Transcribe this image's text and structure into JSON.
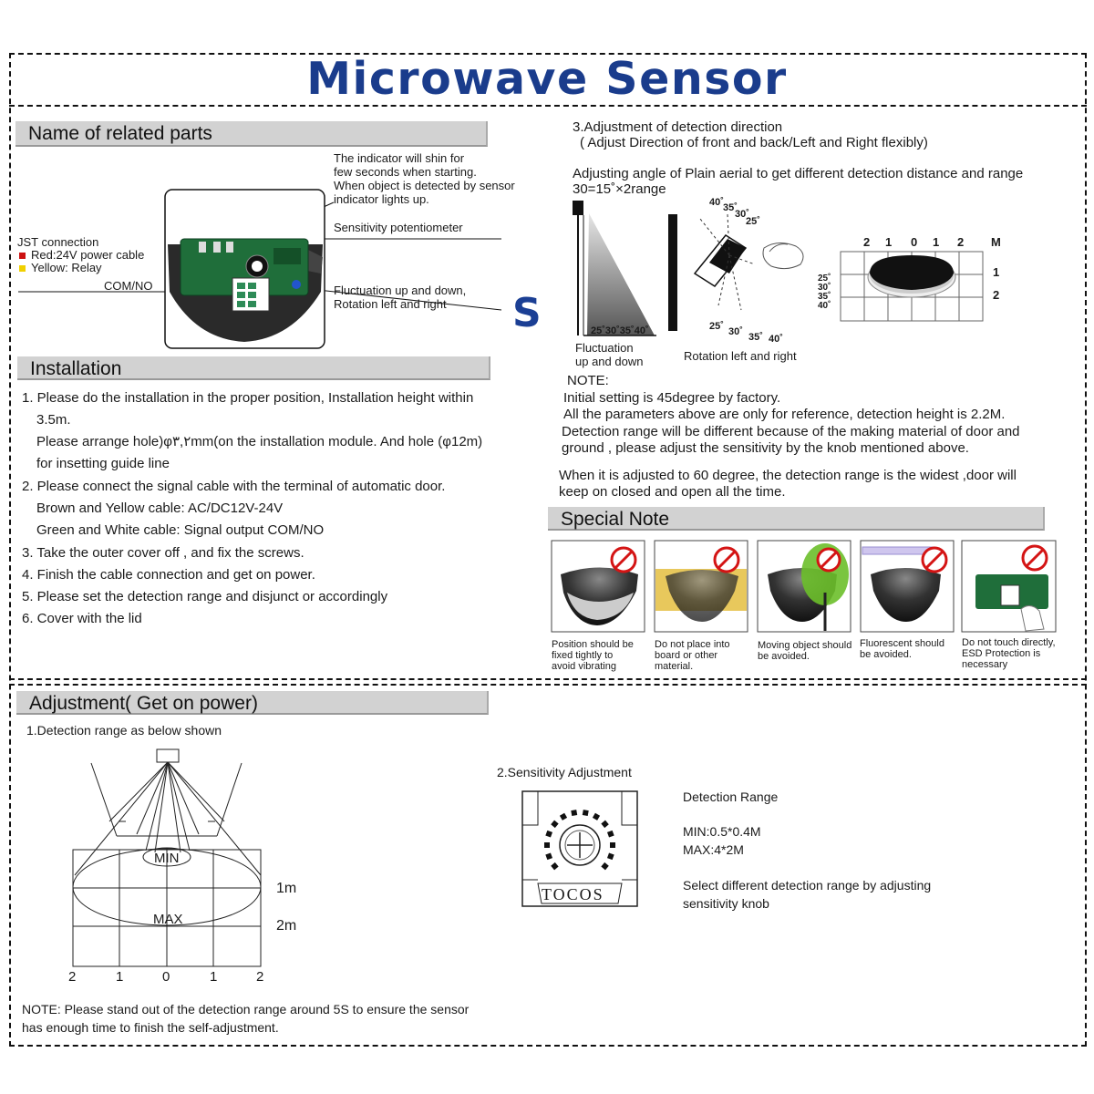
{
  "title": "Microwave Sensor",
  "parts": {
    "header": "Name of related parts",
    "indicator_note": [
      "The indicator will shin for",
      "few seconds when starting.",
      "When object is detected by sensor",
      "indicator lights up."
    ],
    "sensitivity_label": "Sensitivity potentiometer",
    "fluctuation_label": [
      "Fluctuation up and down,",
      "Rotation left and right"
    ],
    "jst_label": "JST connection",
    "red_label": "Red:24V power cable",
    "yellow_label": "Yellow: Relay",
    "com_label": "COM/NO",
    "big_s": "S",
    "red_color": "#cc1111",
    "yellow_color": "#f0d000"
  },
  "direction": {
    "heading": "3.Adjustment of detection direction",
    "sub": "( Adjust  Direction of front and back/Left and Right flexibly)",
    "angle_text": "Adjusting angle of Plain aerial to get different detection distance and  range",
    "formula": "30=15˚×2range",
    "fan_angles": "25˚30˚35˚40˚",
    "fan_caption": [
      "Fluctuation",
      "up and down"
    ],
    "rot_top": [
      "40˚",
      "35˚",
      "30˚",
      "25˚"
    ],
    "rot_bottom": [
      "25˚",
      "30˚",
      "35˚",
      "40˚"
    ],
    "rot_caption": "Rotation left and right",
    "grid_top": [
      "2",
      "1",
      "0",
      "1",
      "2",
      "M"
    ],
    "grid_left": [
      "25˚",
      "30˚",
      "35˚",
      "40˚"
    ],
    "grid_right": [
      "1",
      "2"
    ]
  },
  "note": {
    "label": "NOTE:",
    "lines": [
      "Initial setting is 45degree by factory.",
      "All the parameters above are only for reference, detection height is 2.2M.",
      "Detection range will be different  because of the making material of door and",
      "ground , please adjust the sensitivity by the knob mentioned above."
    ],
    "extra": [
      "When it is adjusted to 60 degree, the detection range is the  widest ,door will",
      "keep on closed and open all the time."
    ]
  },
  "installation": {
    "header": "Installation",
    "lines": [
      "1. Please do the installation in the proper position, Installation height within",
      "3.5m.",
      "Please arrange hole)φ٣,٢mm(on the installation module. And hole (φ12m)",
      "for insetting guide line",
      "2. Please connect the signal cable with the terminal of automatic door.",
      "Brown and Yellow cable: AC/DC12V-24V",
      "Green and White cable: Signal output COM/NO",
      "3. Take the outer cover off , and fix the screws.",
      "4. Finish the cable connection and get on power.",
      "5. Please set the detection range and disjunct or accordingly",
      "6. Cover with the lid"
    ]
  },
  "special": {
    "header": "Special Note",
    "items": [
      [
        "Position should be",
        "fixed tightly to",
        "avoid vibrating"
      ],
      [
        "Do not place  into",
        "board or other",
        "material."
      ],
      [
        "Moving object should",
        "be avoided."
      ],
      [
        "Fluorescent should",
        "be avoided."
      ],
      [
        "Do not touch directly,",
        "ESD Protection is",
        "necessary"
      ]
    ],
    "prohibit_color": "#d41414"
  },
  "adjustment": {
    "header": "Adjustment( Get on power)",
    "range_heading": "1.Detection range as below shown",
    "min_label": "MIN",
    "max_label": "MAX",
    "row_labels": [
      "1m",
      "2m"
    ],
    "axis_labels": [
      "2",
      "1",
      "0",
      "1",
      "2"
    ],
    "note": [
      "NOTE: Please stand out of the detection range around 5S to ensure the sensor",
      "has enough time to finish the self-adjustment."
    ],
    "sens_heading": "2.Sensitivity Adjustment",
    "knob_brand": "TOCOS",
    "range_title": "Detection Range",
    "min_value": "MIN:0.5*0.4M",
    "max_value": "MAX:4*2M",
    "select_text": [
      "Select different detection range by adjusting",
      "sensitivity knob"
    ]
  }
}
